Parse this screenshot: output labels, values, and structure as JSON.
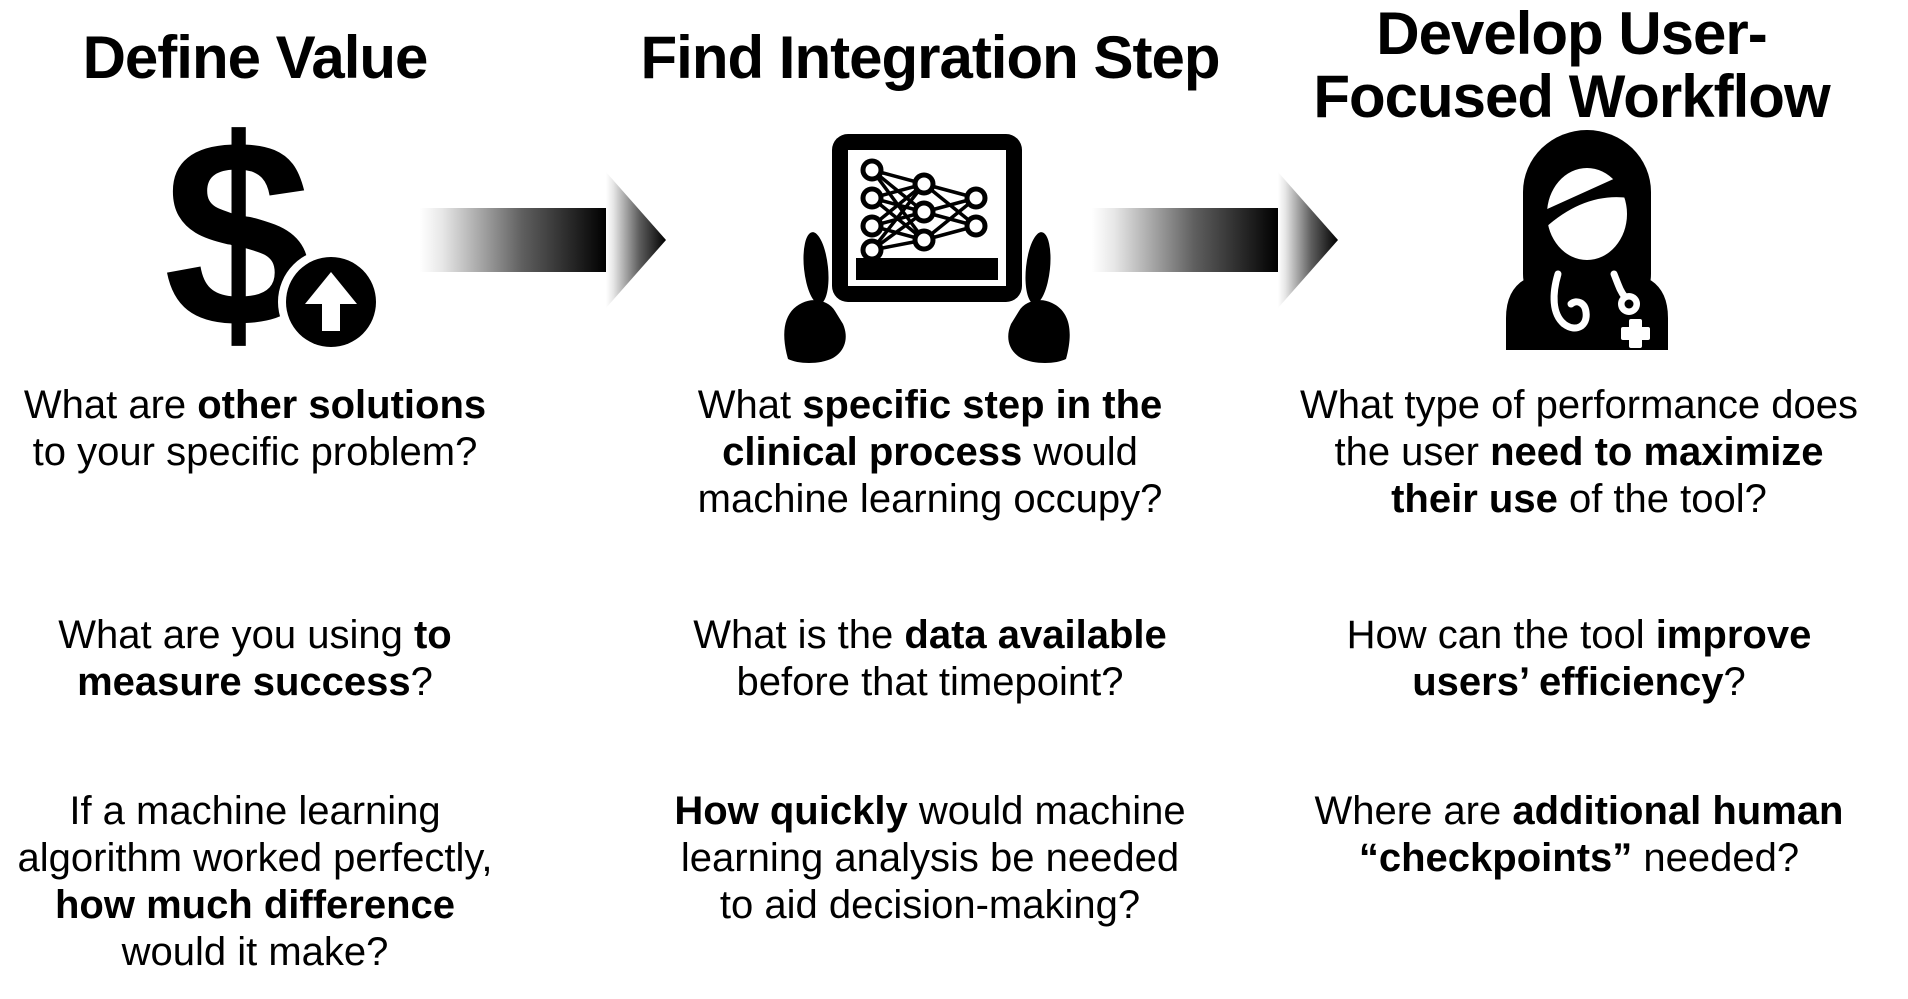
{
  "page": {
    "background_color": "#ffffff",
    "text_color": "#000000",
    "accent_color": "#000000"
  },
  "arrows": [
    {
      "name": "flow-arrow-1",
      "direction": "right",
      "gradient_start": "#ffffff",
      "gradient_end": "#000000"
    },
    {
      "name": "flow-arrow-2",
      "direction": "right",
      "gradient_start": "#ffffff",
      "gradient_end": "#000000"
    }
  ],
  "columns": [
    {
      "title_lines": [
        "Define Value"
      ],
      "icon": "dollar-value-increase-icon",
      "questions": [
        {
          "lines": [
            [
              {
                "t": "What are ",
                "b": false
              },
              {
                "t": "other solutions",
                "b": true
              }
            ],
            [
              {
                "t": "to your specific problem?",
                "b": false
              }
            ]
          ]
        },
        {
          "lines": [
            [
              {
                "t": "What are you using ",
                "b": false
              },
              {
                "t": "to",
                "b": true
              }
            ],
            [
              {
                "t": "measure success",
                "b": true
              },
              {
                "t": "?",
                "b": false
              }
            ]
          ]
        },
        {
          "lines": [
            [
              {
                "t": "If a machine learning",
                "b": false
              }
            ],
            [
              {
                "t": "algorithm worked perfectly,",
                "b": false
              }
            ],
            [
              {
                "t": "how much difference",
                "b": true
              }
            ],
            [
              {
                "t": "would it make?",
                "b": false
              }
            ]
          ]
        }
      ]
    },
    {
      "title_lines": [
        "Find Integration Step"
      ],
      "icon": "tablet-neural-network-icon",
      "questions": [
        {
          "lines": [
            [
              {
                "t": "What ",
                "b": false
              },
              {
                "t": "specific step in the",
                "b": true
              }
            ],
            [
              {
                "t": "clinical process",
                "b": true
              },
              {
                "t": " would",
                "b": false
              }
            ],
            [
              {
                "t": "machine learning occupy?",
                "b": false
              }
            ]
          ]
        },
        {
          "lines": [
            [
              {
                "t": "What is the ",
                "b": false
              },
              {
                "t": "data available",
                "b": true
              }
            ],
            [
              {
                "t": "before that timepoint?",
                "b": false
              }
            ]
          ]
        },
        {
          "lines": [
            [
              {
                "t": "How quickly",
                "b": true
              },
              {
                "t": " would machine",
                "b": false
              }
            ],
            [
              {
                "t": "learning analysis be needed",
                "b": false
              }
            ],
            [
              {
                "t": "to aid decision-making?",
                "b": false
              }
            ]
          ]
        }
      ]
    },
    {
      "title_lines": [
        "Develop User-",
        "Focused Workflow"
      ],
      "icon": "female-clinician-icon",
      "questions": [
        {
          "lines": [
            [
              {
                "t": "What type of performance does",
                "b": false
              }
            ],
            [
              {
                "t": "the user ",
                "b": false
              },
              {
                "t": "need to maximize",
                "b": true
              }
            ],
            [
              {
                "t": "their use",
                "b": true
              },
              {
                "t": " of the tool?",
                "b": false
              }
            ]
          ]
        },
        {
          "lines": [
            [
              {
                "t": "How can the tool ",
                "b": false
              },
              {
                "t": "improve",
                "b": true
              }
            ],
            [
              {
                "t": "users’ efficiency",
                "b": true
              },
              {
                "t": "?",
                "b": false
              }
            ]
          ]
        },
        {
          "lines": [
            [
              {
                "t": "Where are ",
                "b": false
              },
              {
                "t": "additional human",
                "b": true
              }
            ],
            [
              {
                "t": "“checkpoints”",
                "b": true
              },
              {
                "t": " needed?",
                "b": false
              }
            ]
          ]
        }
      ]
    }
  ]
}
